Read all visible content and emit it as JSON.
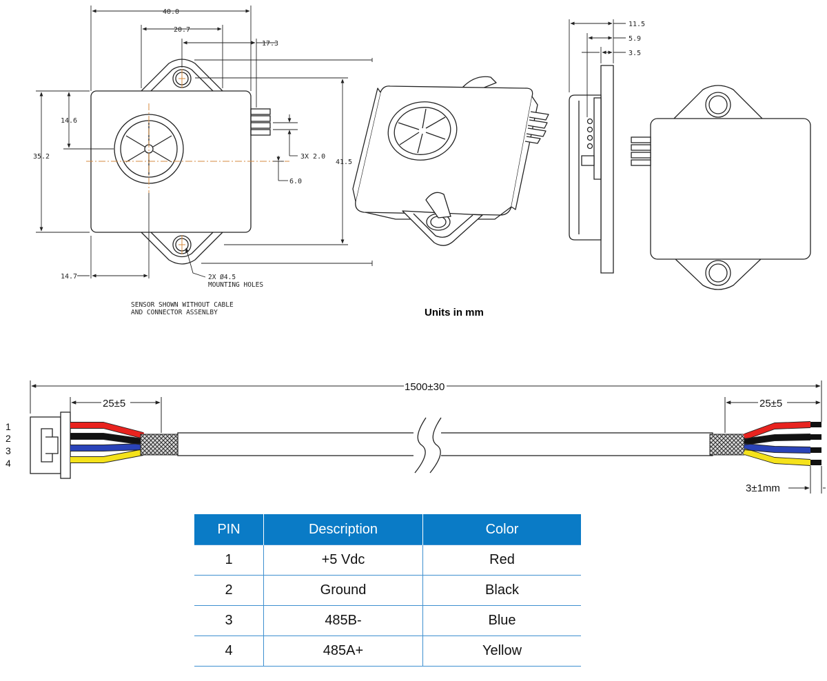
{
  "drawing": {
    "dims": {
      "width": "40.0",
      "hole_offset": "20.7",
      "connector_offset": "17.3",
      "center_height": "14.6",
      "body_height": "35.2",
      "overall_height": "41.5",
      "pin_pitch": "3X 2.0",
      "pin_offset": "6.0",
      "hole_x": "14.7",
      "depth_overall": "11.5",
      "depth_body": "5.9",
      "depth_flange": "3.5"
    },
    "hole_note_1": "2X Ø4.5",
    "hole_note_2": "MOUNTING HOLES",
    "sensor_note_1": "SENSOR SHOWN WITHOUT CABLE",
    "sensor_note_2": "AND CONNECTOR ASSENLBY",
    "units": "Units in mm"
  },
  "cable": {
    "total_length": "1500±30",
    "left_strip": "25±5",
    "right_strip": "25±5",
    "tip": "3±1mm",
    "pin_labels": [
      "1",
      "2",
      "3",
      "4"
    ],
    "wire_colors": [
      "#e8231f",
      "#111111",
      "#2a43b8",
      "#f5e21b"
    ]
  },
  "table": {
    "headers": [
      "PIN",
      "Description",
      "Color"
    ],
    "rows": [
      [
        "1",
        "+5 Vdc",
        "Red"
      ],
      [
        "2",
        "Ground",
        "Black"
      ],
      [
        "3",
        "485B-",
        "Blue"
      ],
      [
        "4",
        "485A+",
        "Yellow"
      ]
    ],
    "header_color": "#0a7bc6"
  }
}
